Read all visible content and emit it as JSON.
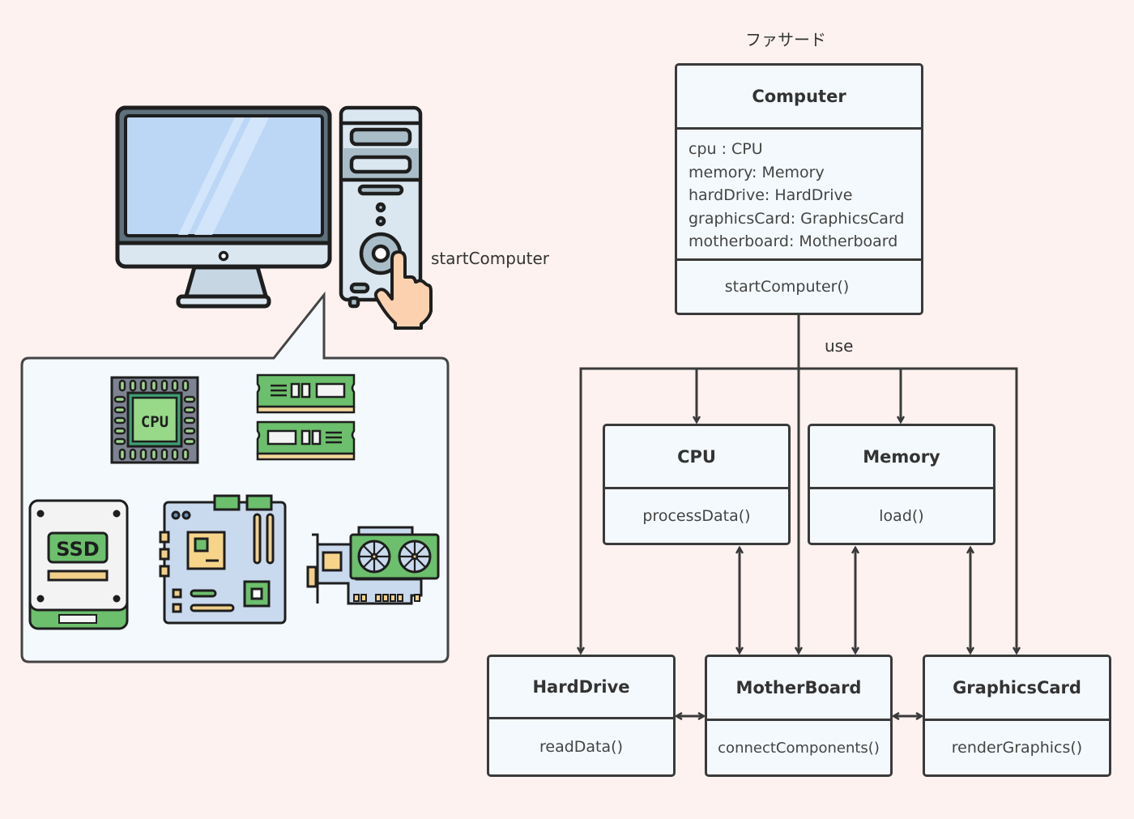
{
  "facade_label": "ファサード",
  "start_label": "startComputer",
  "use_label": "use",
  "computer": {
    "name": "Computer",
    "attributes": [
      "cpu : CPU",
      "memory: Memory",
      "hardDrive: HardDrive",
      "graphicsCard: GraphicsCard",
      "motherboard: Motherboard"
    ],
    "method": "startComputer()"
  },
  "classes": {
    "cpu": {
      "name": "CPU",
      "method": "processData()"
    },
    "memory": {
      "name": "Memory",
      "method": "load()"
    },
    "harddrive": {
      "name": "HardDrive",
      "method": "readData()"
    },
    "motherboard": {
      "name": "MotherBoard",
      "method": "connectComponents()"
    },
    "graphicscard": {
      "name": "GraphicsCard",
      "method": "renderGraphics()"
    }
  },
  "illustration": {
    "cpu_chip_text": "CPU",
    "ssd_text": "SSD",
    "components": [
      "cpu-chip",
      "memory-modules",
      "ssd",
      "motherboard",
      "graphics-card"
    ]
  },
  "colors": {
    "background": "#fdf2f0",
    "box_fill": "#f4f9fd",
    "stroke": "#3a3a3a",
    "screen": "#bcd7f5",
    "green": "#6cbf6c",
    "chip_yellow": "#f6d58a",
    "case": "#dae6f0"
  }
}
